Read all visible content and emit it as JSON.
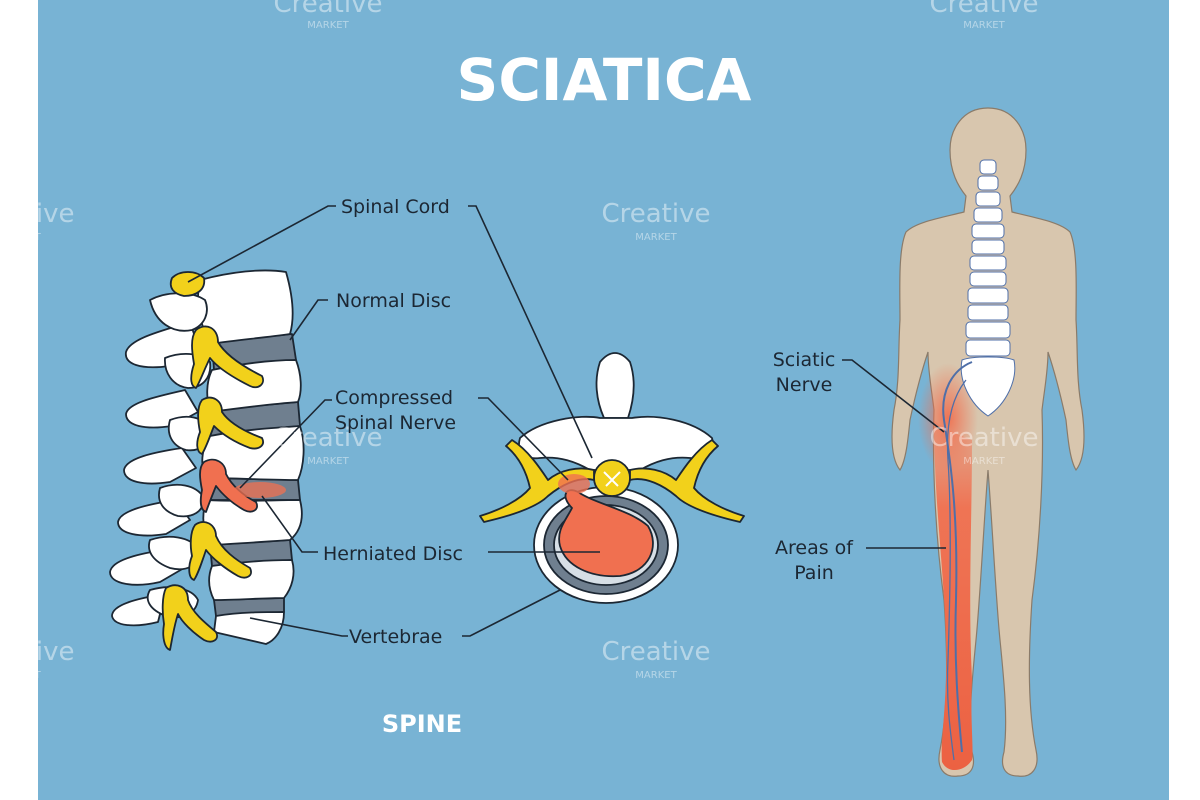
{
  "title": "SCIATICA",
  "spine_caption": "SPINE",
  "labels": {
    "spinal_cord": "Spinal Cord",
    "normal_disc": "Normal Disc",
    "compressed_nerve_line1": "Compressed",
    "compressed_nerve_line2": "Spinal Nerve",
    "herniated_disc": "Herniated Disc",
    "vertebrae": "Vertebrae",
    "sciatic_nerve_line1": "Sciatic",
    "sciatic_nerve_line2": "Nerve",
    "areas_pain_line1": "Areas of",
    "areas_pain_line2": "Pain"
  },
  "watermark": {
    "brand": "Creative",
    "sub": "MARKET"
  },
  "colors": {
    "background": "#78b3d4",
    "bone": "#ffffff",
    "nerve_yellow": "#f2d11b",
    "disc_gray": "#6f7f8f",
    "herniation": "#f07050",
    "body": "#d8c6ae",
    "sciatic_nerve": "#4f6fa8"
  }
}
